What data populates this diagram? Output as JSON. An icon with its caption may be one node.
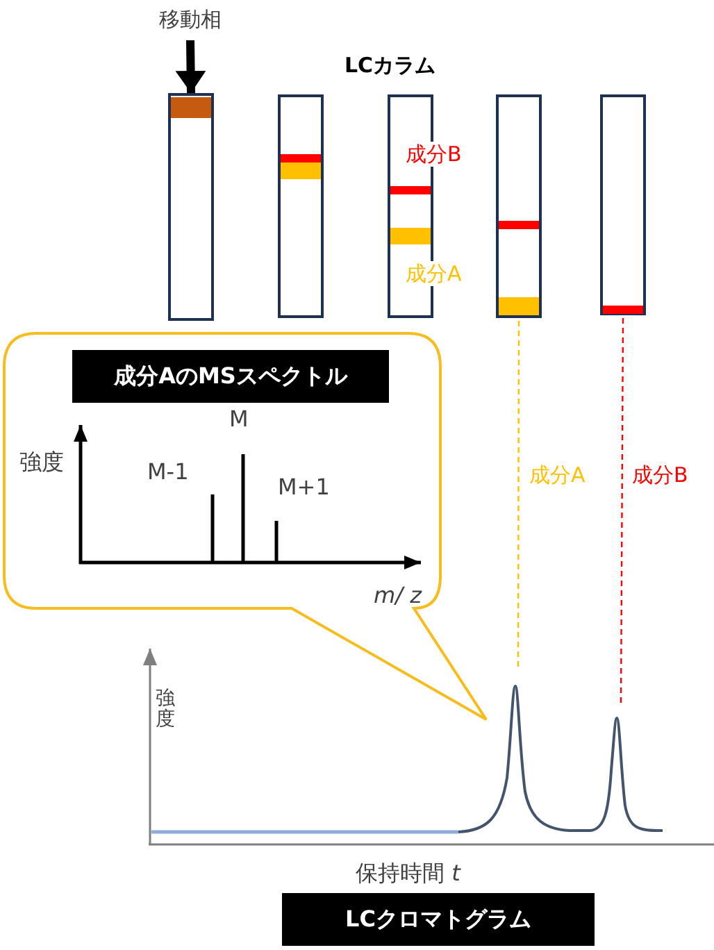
{
  "diagram": {
    "nodes": [
      {
        "text": [
          "移動相"
        ]
      },
      {
        "text": [],
        "shape": "box"
      },
      {
        "text": [],
        "shape": "box"
      },
      {
        "text": [],
        "shape": "box"
      },
      {
        "text": [],
        "shape": "box"
      },
      {
        "text": [],
        "shape": "box"
      },
      {
        "text": [],
        "shape": "bubble"
      },
      {
        "text": [
          "成分AのMSスペクトル"
        ],
        "in": 6
      },
      {
        "text": [
          "LCクロマトグラム"
        ]
      }
    ],
    "edges": [
      {
        "from": 0,
        "to": 1,
        "arrow": "to",
        "style": "thick",
        "color": "#000000"
      },
      {
        "from": 4,
        "to": null,
        "arrow": "none",
        "style": "dashed",
        "color": "#ffc000",
        "label": "成分A"
      },
      {
        "from": 5,
        "to": null,
        "arrow": "none",
        "style": "dashed",
        "color": "#ff0000",
        "label": "成分B"
      }
    ],
    "labels": [
      "LCカラム",
      "成分B",
      "成分A",
      "強度",
      "M",
      "M-1",
      "M+1",
      "m/ z",
      "強度",
      "保持時間 *t*"
    ]
  }
}
